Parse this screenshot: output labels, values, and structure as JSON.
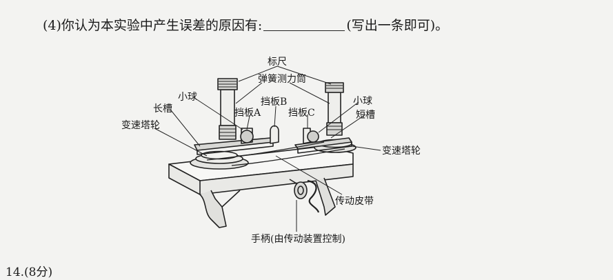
{
  "question": {
    "number": "(4)",
    "text_before": "你认为本实验中产生误差的原因有:",
    "text_after": "(写出一条即可)。"
  },
  "figure": {
    "labels": {
      "biaochi": "标尺",
      "tanhuang": "弹簧测力筒",
      "xiaoqiu_left": "小球",
      "changcao": "长槽",
      "dangban_b": "挡板B",
      "dangban_a": "挡板A",
      "dangban_c": "挡板C",
      "xiaoqiu_right": "小球",
      "duancao": "短槽",
      "biansu_left": "变速塔轮",
      "biansu_right": "变速塔轮",
      "pidai": "传动皮带",
      "shoubing": "手柄(由传动装置控制)"
    }
  },
  "next_question": {
    "text": "14.(8分)"
  }
}
